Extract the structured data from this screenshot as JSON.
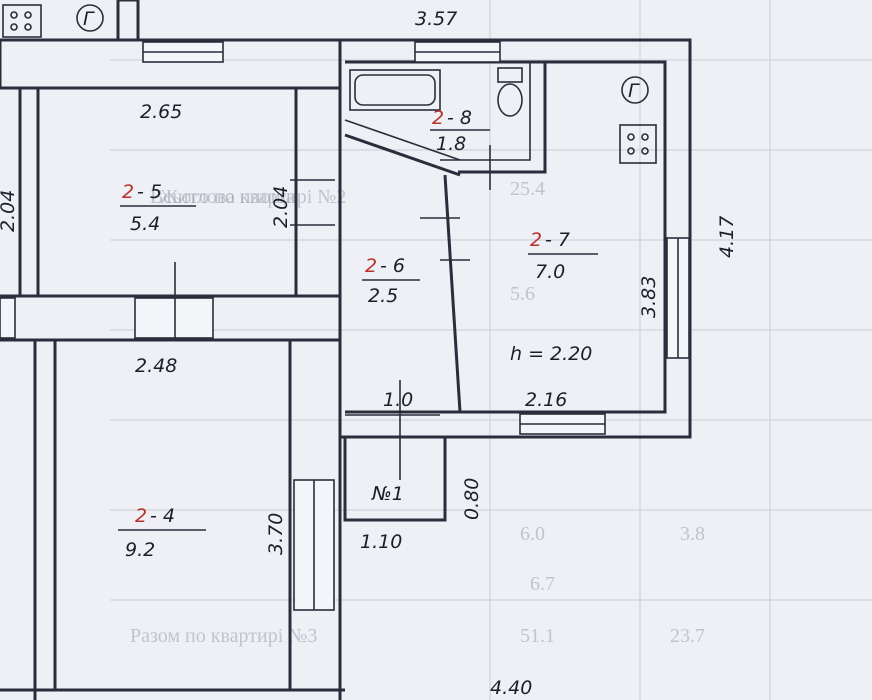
{
  "background_table": {
    "rows": [
      {
        "label": "Житлова площа",
        "c1": "",
        "c2": ""
      },
      {
        "label": "Всього по квартирі №2",
        "c1": "25.4",
        "c2": ""
      },
      {
        "label": "",
        "c1": "5.6",
        "c2": ""
      },
      {
        "label": "",
        "c1": "6.0",
        "c2": "3.8"
      },
      {
        "label": "",
        "c1": "6.7",
        "c2": ""
      },
      {
        "label": "Разом по квартирі №3",
        "c1": "51.1",
        "c2": "23.7"
      }
    ]
  },
  "rooms": [
    {
      "id": "room-2-4",
      "prefix": "2",
      "suffix": "- 4",
      "area": "9.2"
    },
    {
      "id": "room-2-5",
      "prefix": "2",
      "suffix": "- 5",
      "area": "5.4"
    },
    {
      "id": "room-2-6",
      "prefix": "2",
      "suffix": "- 6",
      "area": "2.5"
    },
    {
      "id": "room-2-7",
      "prefix": "2",
      "suffix": "- 7",
      "area": "7.0"
    },
    {
      "id": "room-2-8",
      "prefix": "2",
      "suffix": "- 8",
      "area": "1.8"
    }
  ],
  "porch_label": "№1",
  "ceiling_height": "h = 2.20",
  "gas_symbol": "Г",
  "dimensions": {
    "top_total": "3.57",
    "room5_width": "2.65",
    "room5_height": "2.04",
    "left_edge": "2.04",
    "room4_width": "2.48",
    "room4_height": "3.70",
    "room7_height": "3.83",
    "outer_right": "4.17",
    "kitchen_width": "2.16",
    "hall_width": "1.0",
    "porch_width": "1.10",
    "porch_depth": "0.80",
    "bottom_total": "4.40"
  }
}
